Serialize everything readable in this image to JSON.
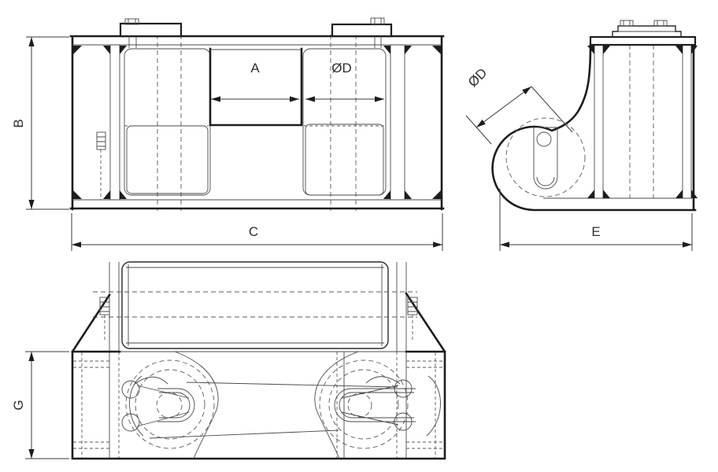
{
  "drawing": {
    "type": "engineering-drawing-three-views",
    "views": {
      "front": {
        "dim_gap": "A",
        "dim_height": "B",
        "dim_width": "C",
        "dim_roller_diameter": "ØD"
      },
      "side": {
        "dim_roller_diameter": "ØD",
        "dim_depth": "E"
      },
      "plan": {
        "dim_base_depth": "G"
      }
    },
    "colors": {
      "line": "#1d1d1d",
      "thin_line": "#4a4a4a",
      "text": "#2e2e2e",
      "background": "#ffffff"
    }
  }
}
